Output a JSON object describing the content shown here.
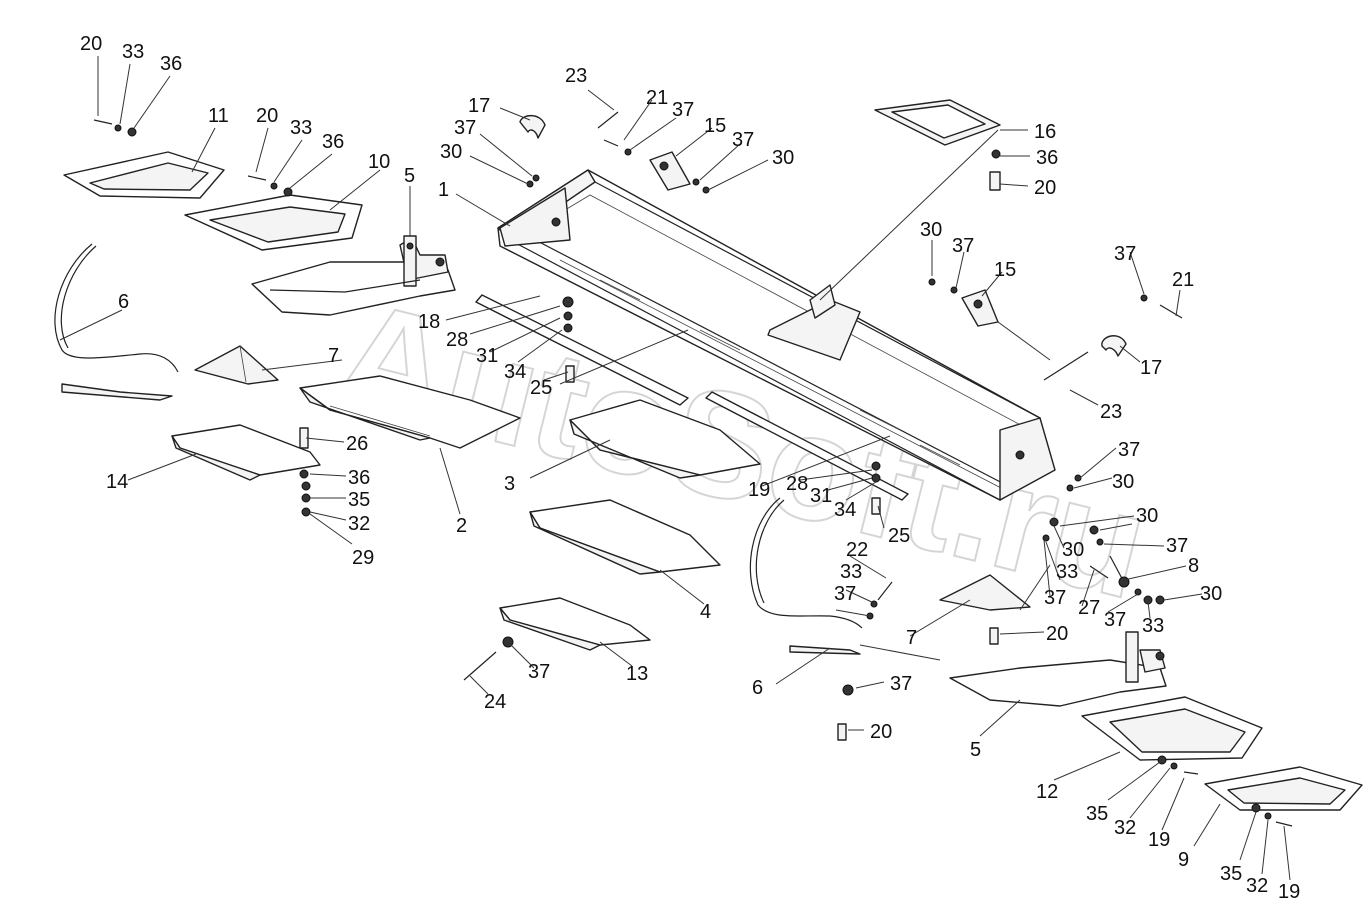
{
  "watermark": "AutoSoft.ru",
  "labels": {
    "a20": "20",
    "a33": "33",
    "a36": "36",
    "a11": "11",
    "b20": "20",
    "b33": "33",
    "b36": "36",
    "b10": "10",
    "b5": "5",
    "c6": "6",
    "c7": "7",
    "d17": "17",
    "d37": "37",
    "d30": "30",
    "d1": "1",
    "e23": "23",
    "e21": "21",
    "e37": "37",
    "e15": "15",
    "e37b": "37",
    "e30": "30",
    "f16": "16",
    "f36": "36",
    "f20": "20",
    "g30": "30",
    "g37": "37",
    "g15": "15",
    "h37": "37",
    "h21": "21",
    "h17": "17",
    "h23": "23",
    "i18": "18",
    "i28": "28",
    "i31": "31",
    "i34": "34",
    "i25": "25",
    "j26": "26",
    "j36": "36",
    "j35": "35",
    "j32": "32",
    "j29": "29",
    "k14": "14",
    "k2": "2",
    "k3": "3",
    "l19": "19",
    "l28": "28",
    "l31": "31",
    "l34": "34",
    "l25": "25",
    "m37": "37",
    "m30": "30",
    "m30b": "30",
    "m30c": "30",
    "m33": "33",
    "m37b": "37",
    "n8": "8",
    "n30": "30",
    "n27": "27",
    "n37": "37",
    "n33": "33",
    "n37c": "37",
    "o22": "22",
    "o33": "33",
    "o37": "37",
    "o7": "7",
    "o20": "20",
    "p4": "4",
    "p13": "13",
    "p37": "37",
    "p24": "24",
    "q6": "6",
    "q37": "37",
    "q20": "20",
    "r5": "5",
    "r12": "12",
    "r35": "35",
    "r32": "32",
    "r19": "19",
    "s9": "9",
    "s35": "35",
    "s32": "32",
    "s19": "19"
  }
}
